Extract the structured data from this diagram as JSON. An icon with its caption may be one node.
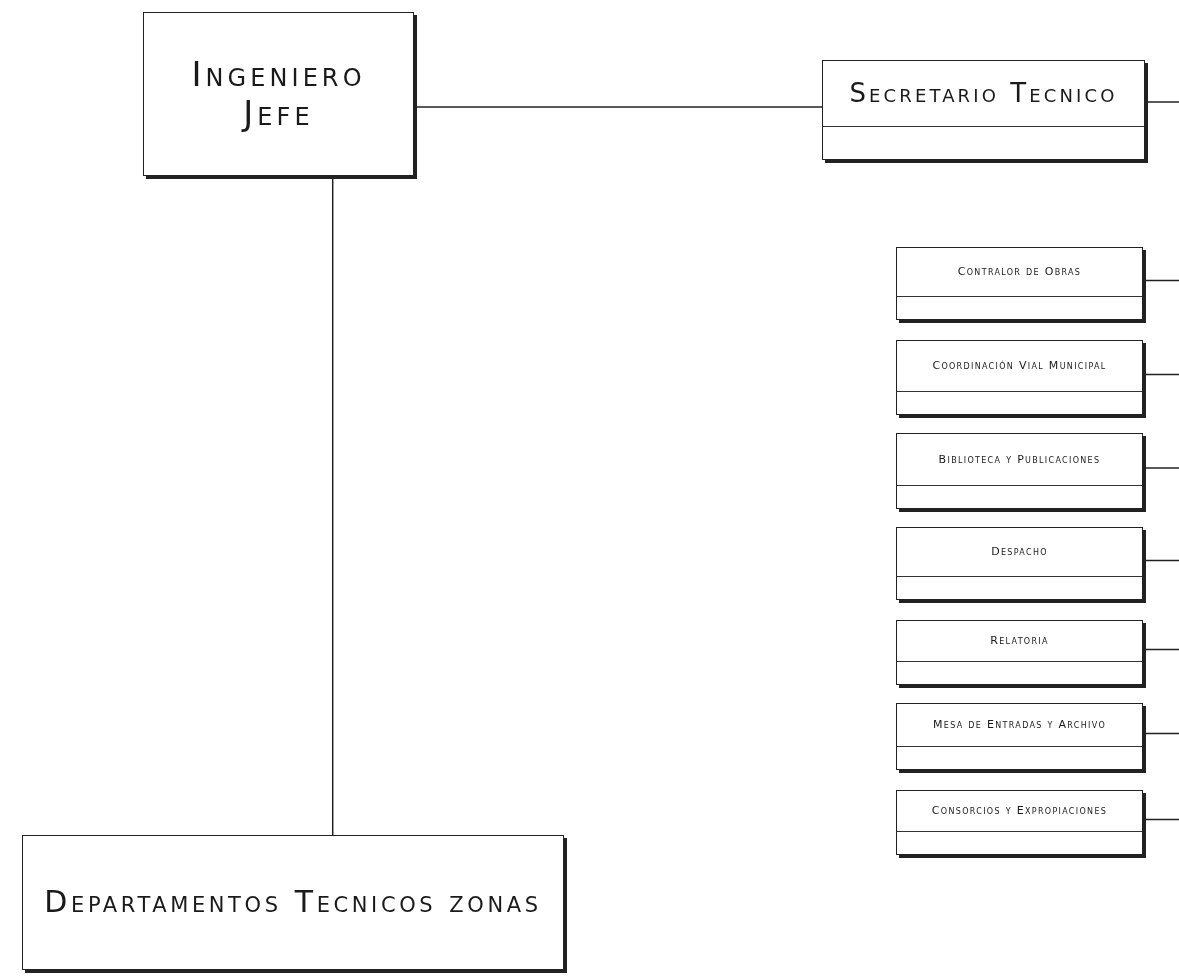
{
  "diagram": {
    "nodes": [
      {
        "text": [
          "Ingeniero Jefe"
        ]
      },
      {
        "text": [
          "Secretario Tecnico"
        ]
      },
      {
        "text": [
          "Contralor de Obras"
        ]
      },
      {
        "text": [
          "Coordinación Vial Municipal"
        ]
      },
      {
        "text": [
          "Biblioteca y Publicaciones"
        ]
      },
      {
        "text": [
          "Despacho"
        ]
      },
      {
        "text": [
          "Relatoria"
        ]
      },
      {
        "text": [
          "Mesa de Entradas y Archivo"
        ]
      },
      {
        "text": [
          "Consorcios y Expropiaciones"
        ]
      },
      {
        "text": [
          "Departamentos Tecnicos zonas"
        ]
      }
    ],
    "edges": [
      {
        "from": 0,
        "to": 1,
        "arrow": "none"
      },
      {
        "from": 1,
        "to": null,
        "arrow": "none"
      },
      {
        "from": 2,
        "to": null,
        "arrow": "none"
      },
      {
        "from": 3,
        "to": null,
        "arrow": "none"
      },
      {
        "from": 4,
        "to": null,
        "arrow": "none"
      },
      {
        "from": 5,
        "to": null,
        "arrow": "none"
      },
      {
        "from": 6,
        "to": null,
        "arrow": "none"
      },
      {
        "from": 7,
        "to": null,
        "arrow": "none"
      },
      {
        "from": 8,
        "to": null,
        "arrow": "none"
      },
      {
        "from": 0,
        "to": 9,
        "arrow": "none"
      }
    ]
  }
}
